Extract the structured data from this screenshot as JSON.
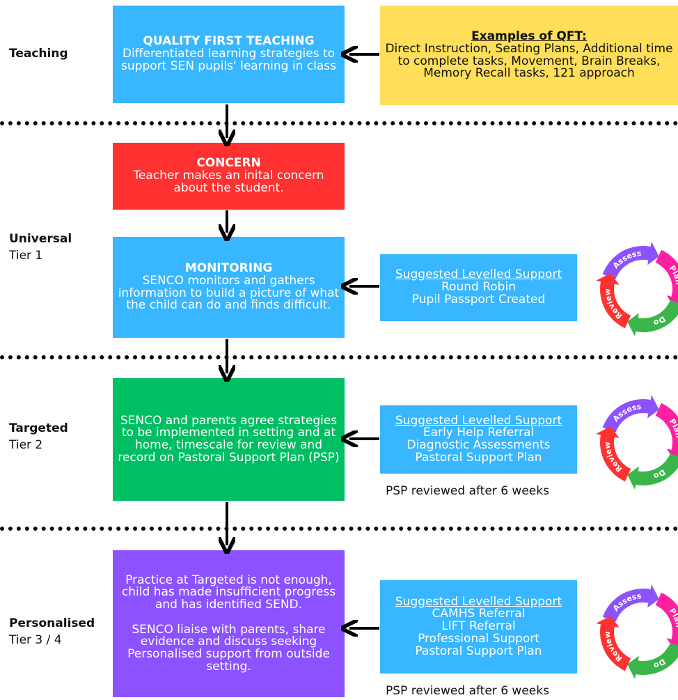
{
  "tiers": {
    "teaching": {
      "title": "Teaching",
      "subtitle": ""
    },
    "universal": {
      "title": "Universal",
      "subtitle": "Tier 1"
    },
    "targeted": {
      "title": "Targeted",
      "subtitle": "Tier 2"
    },
    "personalised": {
      "title": "Personalised",
      "subtitle": "Tier 3 / 4"
    }
  },
  "boxes": {
    "qft": {
      "title": "QUALITY FIRST TEACHING",
      "body": "Differentiated learning strategies to support SEN pupils' learning in class",
      "color": "#38b6ff"
    },
    "qft_examples": {
      "title": "Examples of QFT:",
      "body": "Direct Instruction, Seating Plans, Additional time to complete tasks, Movement, Brain Breaks, Memory Recall tasks, 121 approach",
      "color": "#ffde59"
    },
    "concern": {
      "title": "CONCERN",
      "body": "Teacher makes an inital concern about the student.",
      "color": "#ff3131"
    },
    "monitoring": {
      "title": "MONITORING",
      "body": "SENCO monitors and gathers information to build a picture of what the child can do and finds difficult.",
      "color": "#38b6ff"
    },
    "targeted": {
      "body": "SENCO and parents agree strategies to be implemented in setting and at home, timescale for review and record on Pastoral Support Plan (PSP)",
      "color": "#00bf63"
    },
    "personalised": {
      "body1": "Practice at Targeted is not enough, child has made insufficient progress and has identified SEND.",
      "body2": "SENCO liaise with parents, share evidence and discuss seeking Personalised support from outside setting.",
      "color": "#8c52ff"
    }
  },
  "support": {
    "universal": {
      "heading": "Suggested Levelled Support",
      "items": [
        "Round Robin",
        "Pupil Passport Created"
      ]
    },
    "targeted": {
      "heading": "Suggested Levelled Support",
      "items": [
        "Early Help Referral",
        "Diagnostic Assessments",
        "Pastoral Support Plan"
      ]
    },
    "personalised": {
      "heading": "Suggested Levelled Support",
      "items": [
        "CAMHS Referral",
        "LIFT Referral",
        "Professional Support",
        "Pastoral Support Plan"
      ]
    }
  },
  "notes": {
    "targeted": "PSP reviewed after 6 weeks",
    "personalised": "PSP reviewed after 6 weeks"
  },
  "cycle": {
    "assess": "Assess",
    "plan": "Plan",
    "do": "Do",
    "review": "Review",
    "colors": {
      "assess": "#8c52ff",
      "plan": "#ff1fa0",
      "do": "#3ab54a",
      "review": "#ff3131"
    }
  }
}
